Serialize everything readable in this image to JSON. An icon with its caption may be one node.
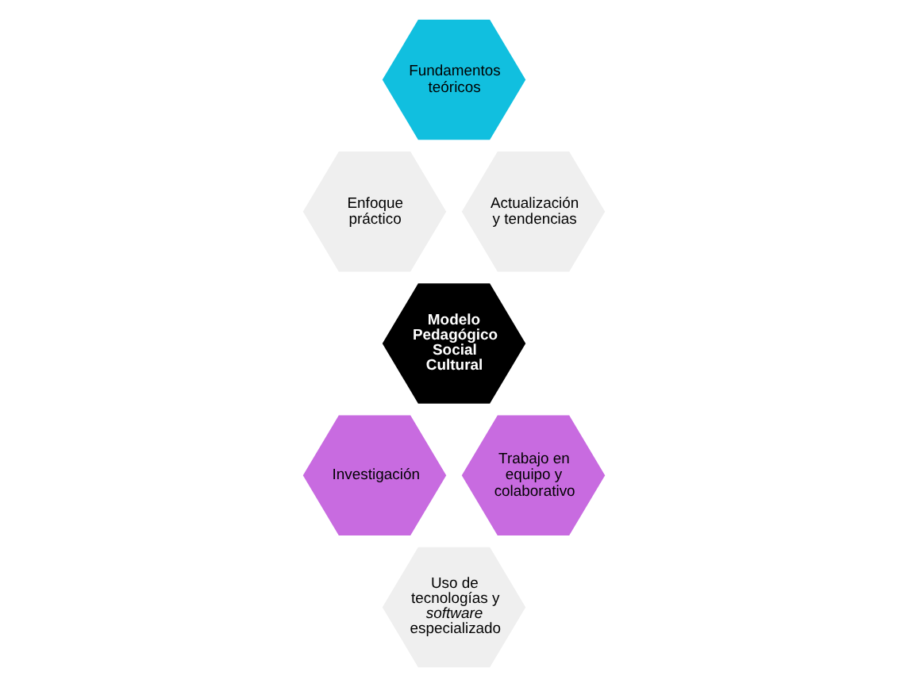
{
  "diagram": {
    "nodes": [
      {
        "text": [
          "Fundamentos teóricos"
        ]
      },
      {
        "text": [
          "Enfoque práctico"
        ]
      },
      {
        "text": [
          "Actualización y tendencias"
        ]
      },
      {
        "text": [
          "Modelo Pedagógico Social Cultural"
        ]
      },
      {
        "text": [
          "Investigación"
        ]
      },
      {
        "text": [
          "Trabajo en equipo y colaborativo"
        ]
      },
      {
        "text": [
          "Uso de tecnologías y *software* especializado"
        ]
      }
    ],
    "edges": []
  }
}
